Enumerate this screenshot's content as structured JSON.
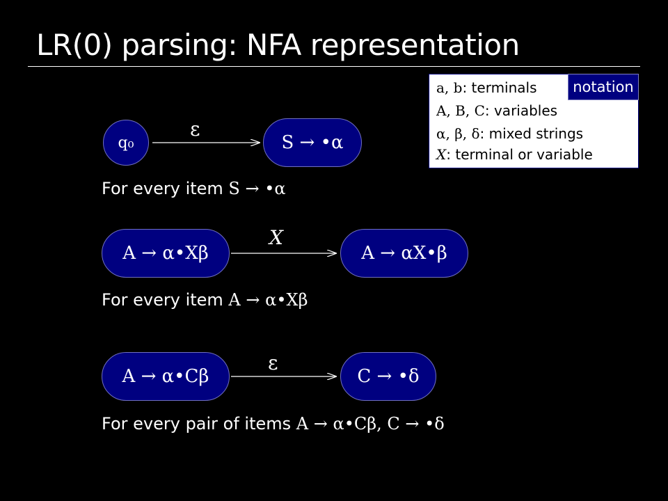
{
  "title": "LR(0) parsing: NFA representation",
  "notation": {
    "tag": "notation",
    "lines": [
      {
        "symbols": "a, b",
        "text": ": terminals"
      },
      {
        "symbols": "A, B, C",
        "text": ": variables"
      },
      {
        "symbols": "α, β, δ",
        "text": ": mixed strings"
      },
      {
        "symbols": "X",
        "text": ": terminal or variable"
      }
    ]
  },
  "rules": [
    {
      "from_state": "q₀",
      "edge_label": "ε",
      "to_state": "S → •α",
      "caption_text": "For every item ",
      "caption_item": "S → •α"
    },
    {
      "from_state": "A → α•Xβ",
      "edge_label": "X",
      "to_state": "A → αX•β",
      "caption_text": "For every item ",
      "caption_item": "A → α•Xβ"
    },
    {
      "from_state": "A → α•Cβ",
      "edge_label": "ε",
      "to_state": "C → •δ",
      "caption_text": "For every pair of items ",
      "caption_item": "A → α•Cβ, C → •δ"
    }
  ],
  "colors": {
    "background": "#000000",
    "state_fill": "#000080",
    "text": "#ffffff",
    "notation_bg": "#ffffff"
  }
}
